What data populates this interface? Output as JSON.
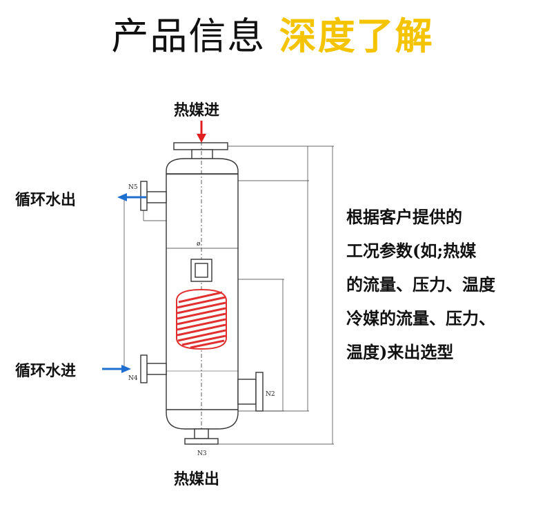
{
  "header": {
    "title_main": "产品信息",
    "title_accent": "深度了解",
    "accent_color": "#f5c400"
  },
  "labels": {
    "hot_in": "热媒进",
    "hot_out": "热媒出",
    "circ_out": "循环水出",
    "circ_in": "循环水进",
    "n5": "N5",
    "n4": "N4",
    "n2": "N2",
    "n3": "N3",
    "dia": "ø"
  },
  "description": {
    "lines": [
      "根据客户提供的",
      "工况参数(如;热媒",
      "的流量、压力、温度",
      "冷媒的流量、压力、",
      "温度)来出选型"
    ]
  },
  "colors": {
    "hot_arrow": "#e02020",
    "water_arrow": "#1e6fd0",
    "coil": "#e03030"
  }
}
